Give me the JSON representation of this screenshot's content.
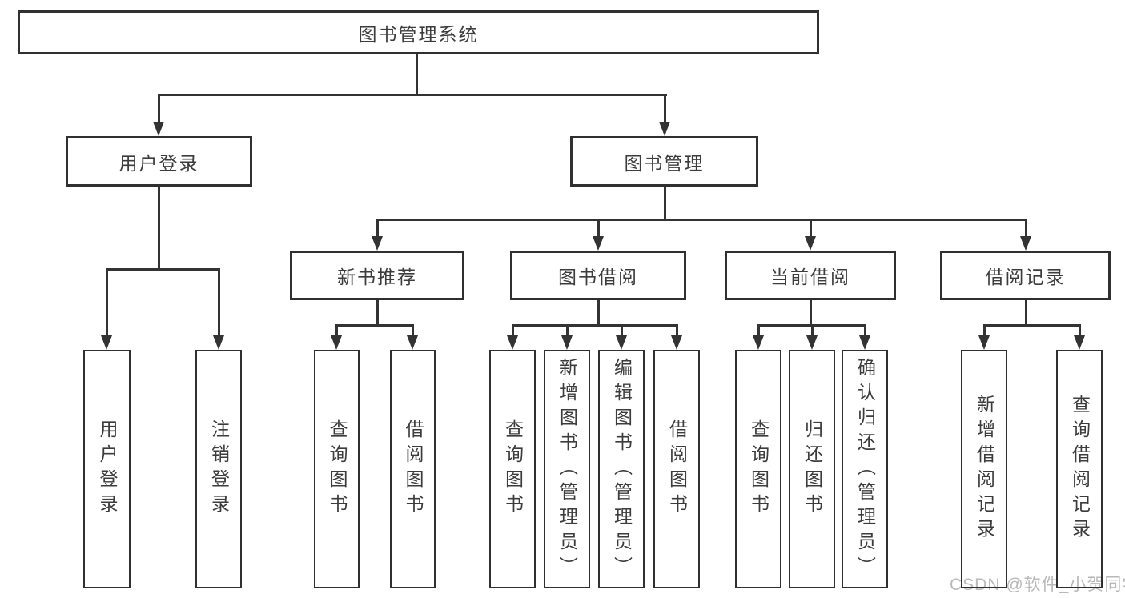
{
  "diagram": {
    "type": "hierarchy-tree",
    "root_label": "图书管理系统",
    "level2": {
      "user_login": {
        "label": "用户登录",
        "children": [
          {
            "label": "用户登录"
          },
          {
            "label": "注销登录"
          }
        ]
      },
      "book_management": {
        "label": "图书管理",
        "children": [
          {
            "label": "新书推荐",
            "children": [
              {
                "label": "查询图书"
              },
              {
                "label": "借阅图书"
              }
            ]
          },
          {
            "label": "图书借阅",
            "children": [
              {
                "label": "查询图书"
              },
              {
                "label": "新增图书（管理员）"
              },
              {
                "label": "编辑图书（管理员）"
              },
              {
                "label": "借阅图书"
              }
            ]
          },
          {
            "label": "当前借阅",
            "children": [
              {
                "label": "查询图书"
              },
              {
                "label": "归还图书"
              },
              {
                "label": "确认归还（管理员）"
              }
            ]
          },
          {
            "label": "借阅记录",
            "children": [
              {
                "label": "新增借阅记录"
              },
              {
                "label": "查询借阅记录"
              }
            ]
          }
        ]
      }
    }
  },
  "watermark": {
    "text": "CSDN @软件_小贺同学"
  },
  "colors": {
    "background": "#ffffff",
    "line": "#333333",
    "border": "#303030",
    "text": "#3c3c3c",
    "watermark": "#b9b9b9"
  }
}
